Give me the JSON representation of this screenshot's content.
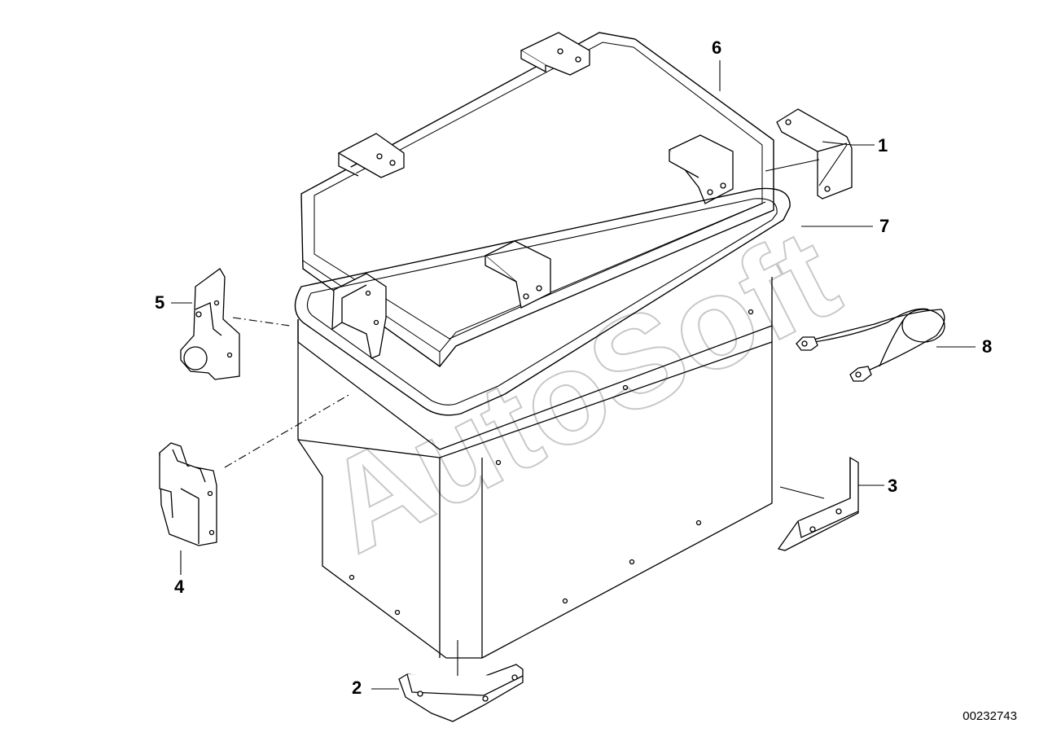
{
  "diagram": {
    "watermark": "AutoSoft",
    "reference_number": "00232743",
    "callouts": [
      {
        "id": "1",
        "label": "1"
      },
      {
        "id": "2",
        "label": "2"
      },
      {
        "id": "3",
        "label": "3"
      },
      {
        "id": "4",
        "label": "4"
      },
      {
        "id": "5",
        "label": "5"
      },
      {
        "id": "6",
        "label": "6"
      },
      {
        "id": "7",
        "label": "7"
      },
      {
        "id": "8",
        "label": "8"
      }
    ]
  },
  "colors": {
    "line": "#000000",
    "watermark": "#c8c8c8",
    "background": "#ffffff"
  }
}
